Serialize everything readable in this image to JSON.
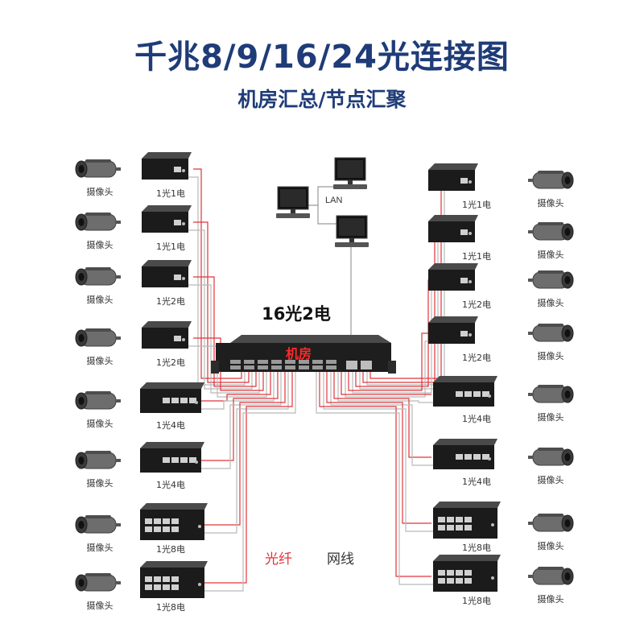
{
  "title": "千兆8/9/16/24光连接图",
  "subtitle": "机房汇总/节点汇聚",
  "lan_label": "LAN",
  "switch": {
    "ports_label": "16光2电",
    "room_label": "机房"
  },
  "legend": {
    "fiber": "光纤",
    "network": "网线"
  },
  "colors": {
    "title": "#1f3c78",
    "fiber": "#e0343a",
    "network": "#b9b9b9",
    "device": "#1b1b1b"
  },
  "left": [
    {
      "converter": "1光1电",
      "camera": "摄像头",
      "kind": "small"
    },
    {
      "converter": "1光1电",
      "camera": "摄像头",
      "kind": "small"
    },
    {
      "converter": "1光2电",
      "camera": "摄像头",
      "kind": "small"
    },
    {
      "converter": "1光2电",
      "camera": "摄像头",
      "kind": "small"
    },
    {
      "converter": "1光4电",
      "camera": "摄像头",
      "kind": "mid"
    },
    {
      "converter": "1光4电",
      "camera": "摄像头",
      "kind": "mid"
    },
    {
      "converter": "1光8电",
      "camera": "摄像头",
      "kind": "big"
    },
    {
      "converter": "1光8电",
      "camera": "摄像头",
      "kind": "big"
    }
  ],
  "right": [
    {
      "converter": "1光1电",
      "camera": "摄像头",
      "kind": "small"
    },
    {
      "converter": "1光1电",
      "camera": "摄像头",
      "kind": "small"
    },
    {
      "converter": "1光2电",
      "camera": "摄像头",
      "kind": "small"
    },
    {
      "converter": "1光2电",
      "camera": "摄像头",
      "kind": "small"
    },
    {
      "converter": "1光4电",
      "camera": "摄像头",
      "kind": "mid"
    },
    {
      "converter": "1光4电",
      "camera": "摄像头",
      "kind": "mid"
    },
    {
      "converter": "1光8电",
      "camera": "摄像头",
      "kind": "big"
    },
    {
      "converter": "1光8电",
      "camera": "摄像头",
      "kind": "big"
    }
  ]
}
